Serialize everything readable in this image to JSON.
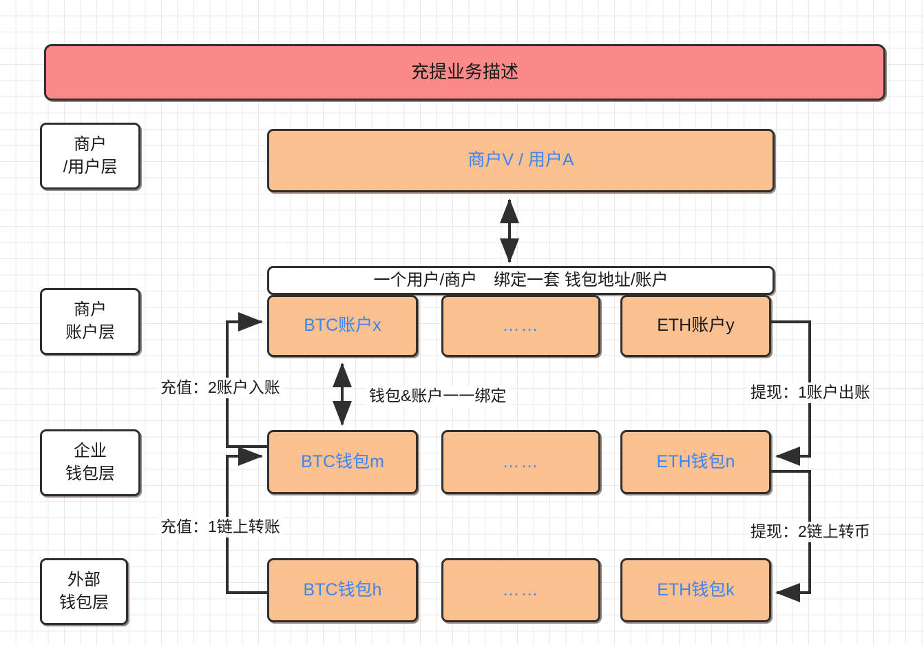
{
  "diagram": {
    "title": "充提业务描述",
    "background": "grid",
    "colors": {
      "title_fill": "#fa8a8a",
      "node_fill": "#fac090",
      "layer_tag_fill": "#ffffff",
      "border": "#2f2f2f",
      "accent_text": "#3d85f0",
      "grid_line": "#e9e9e9"
    }
  },
  "layers": [
    {
      "id": "merchant-user",
      "label": "商户\n/用户层"
    },
    {
      "id": "merchant-account",
      "label": "商户\n账户层"
    },
    {
      "id": "enterprise-wallet",
      "label": "企业\n钱包层"
    },
    {
      "id": "external-wallet",
      "label": "外部\n钱包层"
    }
  ],
  "nodes": {
    "merchant_user": {
      "label": "商户V  /  用户A",
      "color": "blue"
    },
    "binding_band": {
      "label": "一个用户/商户　绑定一套 钱包地址/账户"
    },
    "account_row": [
      {
        "id": "btc-account-x",
        "label": "BTC账户x",
        "color": "blue"
      },
      {
        "id": "account-ellipsis",
        "label": "……",
        "color": "blue"
      },
      {
        "id": "eth-account-y",
        "label": "ETH账户y",
        "color": "black"
      }
    ],
    "enterprise_wallet_row": [
      {
        "id": "btc-wallet-m",
        "label": "BTC钱包m",
        "color": "blue"
      },
      {
        "id": "enterprise-ellipsis",
        "label": "……",
        "color": "blue"
      },
      {
        "id": "eth-wallet-n",
        "label": "ETH钱包n",
        "color": "blue"
      }
    ],
    "external_wallet_row": [
      {
        "id": "btc-wallet-h",
        "label": "BTC钱包h",
        "color": "blue"
      },
      {
        "id": "external-ellipsis",
        "label": "……",
        "color": "blue"
      },
      {
        "id": "eth-wallet-k",
        "label": "ETH钱包k",
        "color": "blue"
      }
    ]
  },
  "edge_labels": {
    "deposit_account": "充值：2账户入账",
    "wallet_account_binding": "钱包&账户一一绑定",
    "withdraw_account": "提现：1账户出账",
    "deposit_onchain": "充值：1链上转账",
    "withdraw_onchain": "提现：2链上转币"
  }
}
